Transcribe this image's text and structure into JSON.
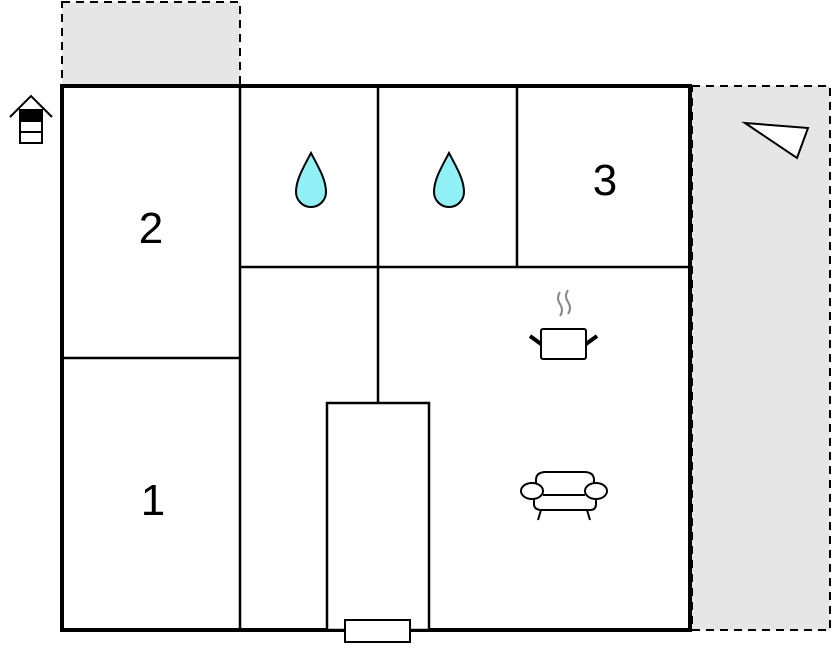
{
  "rooms": [
    {
      "label": "2",
      "type": "bedroom"
    },
    {
      "label": "1",
      "type": "bedroom"
    },
    {
      "label": "3",
      "type": "bedroom"
    }
  ],
  "icons": [
    "house-entrance-icon",
    "water-drop-icon",
    "water-drop-icon",
    "north-arrow-icon",
    "cooking-pot-icon",
    "sofa-icon"
  ],
  "colors": {
    "wall": "#000000",
    "outdoor_area": "#e6e6e6",
    "water": "#8ff0f5"
  }
}
